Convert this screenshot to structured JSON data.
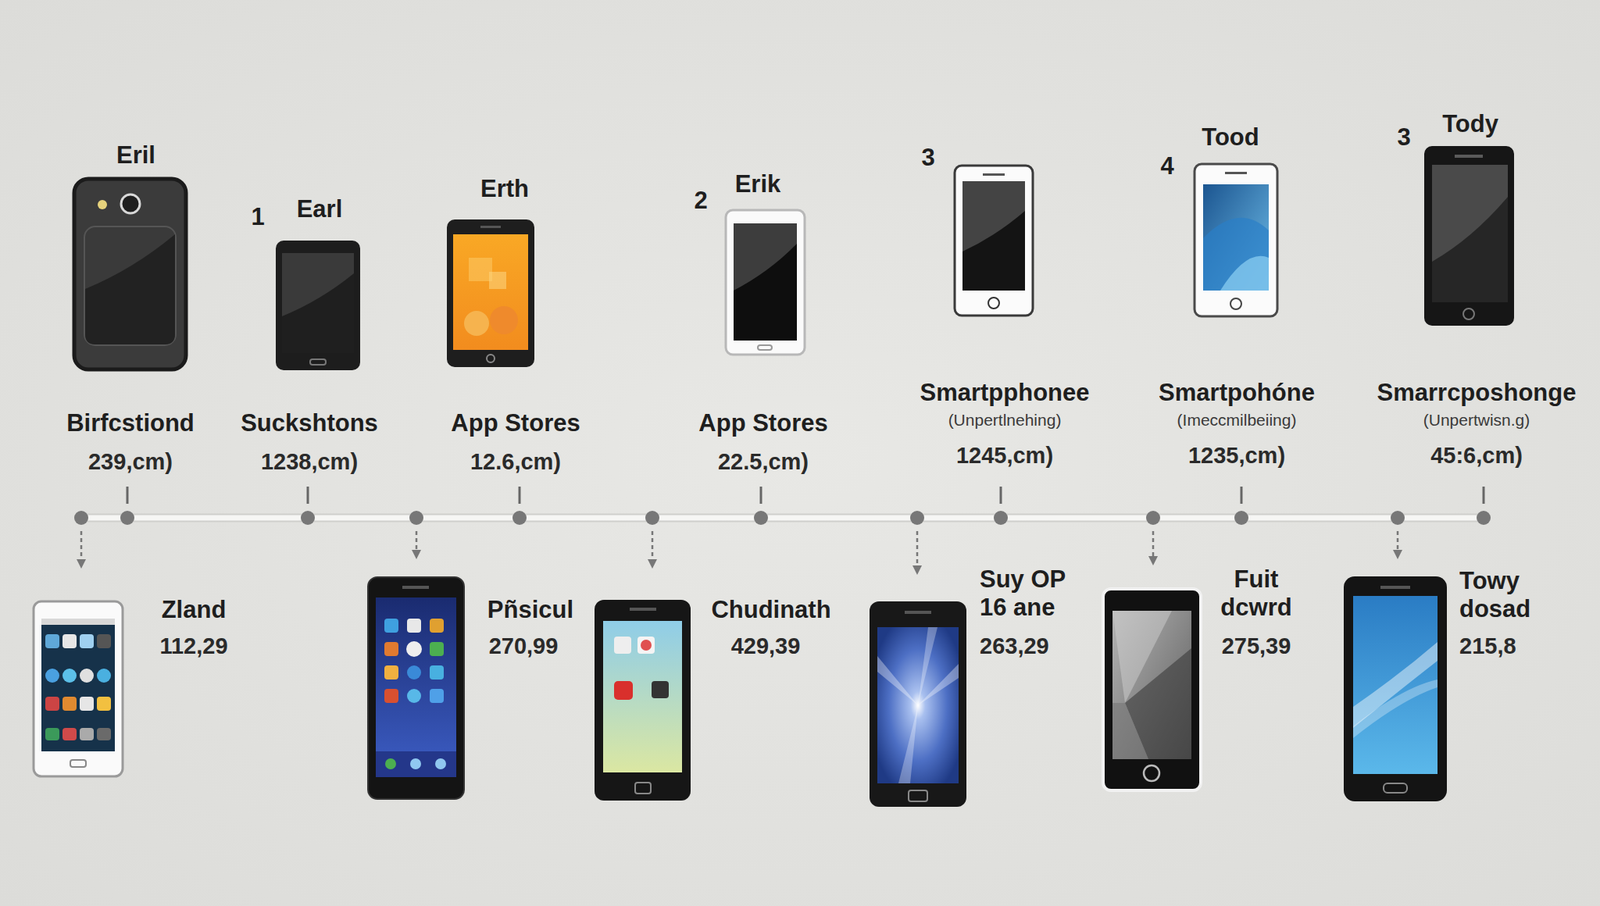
{
  "diagram": {
    "labels": [
      "Eril",
      "1",
      "Earl",
      "Erth",
      "2",
      "Erik",
      "3",
      "4",
      "Tood",
      "3",
      "Tody",
      "Birfcstiond",
      "239,cm)",
      "Suckshtons",
      "1238,cm)",
      "App Stores",
      "12.6,cm)",
      "App Stores",
      "22.5,cm)",
      "Smartpphonee",
      "(Unpertlnehing)",
      "1245,cm)",
      "Smartpohóne",
      "(Imeccmilbeiing)",
      "1235,cm)",
      "Smarrcposhonge",
      "(Unpertwisn.g)",
      "45:6,cm)",
      "Zland",
      "112,29",
      "Pñsicul",
      "270,99",
      "Chudinath",
      "429,39",
      "Suy OP 16 ane",
      "263,29",
      "Fuit dcwrd",
      "275,39",
      "Towy dosad",
      "215,8"
    ]
  }
}
